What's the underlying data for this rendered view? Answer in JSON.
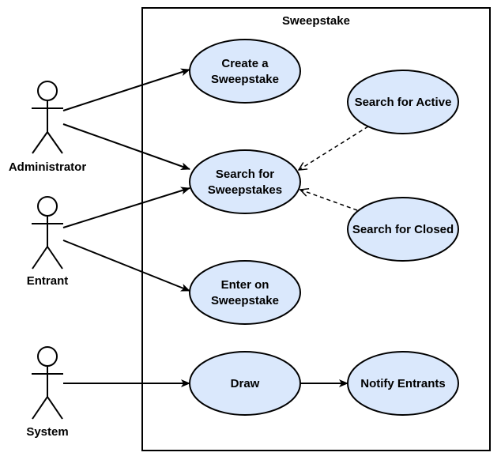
{
  "system_boundary": {
    "title": "Sweepstake"
  },
  "actors": [
    {
      "id": "administrator",
      "name": "Administrator"
    },
    {
      "id": "entrant",
      "name": "Entrant"
    },
    {
      "id": "system",
      "name": "System"
    }
  ],
  "use_cases": [
    {
      "id": "create",
      "lines": [
        "Create a",
        "Sweepstake"
      ]
    },
    {
      "id": "search",
      "lines": [
        "Search for",
        "Sweepstakes"
      ]
    },
    {
      "id": "search_active",
      "lines": [
        "Search for Active"
      ]
    },
    {
      "id": "search_closed",
      "lines": [
        "Search for Closed"
      ]
    },
    {
      "id": "enter",
      "lines": [
        "Enter on",
        "Sweepstake"
      ]
    },
    {
      "id": "draw",
      "lines": [
        "Draw"
      ]
    },
    {
      "id": "notify",
      "lines": [
        "Notify Entrants"
      ]
    }
  ],
  "associations": [
    {
      "from": "administrator",
      "to": "create"
    },
    {
      "from": "administrator",
      "to": "search"
    },
    {
      "from": "entrant",
      "to": "search"
    },
    {
      "from": "entrant",
      "to": "enter"
    },
    {
      "from": "system",
      "to": "draw"
    },
    {
      "from": "draw",
      "to": "notify"
    }
  ],
  "generalizations": [
    {
      "from": "search_active",
      "to": "search",
      "style": "dashed"
    },
    {
      "from": "search_closed",
      "to": "search",
      "style": "dashed"
    }
  ],
  "colors": {
    "use_case_fill": "#dae8fc",
    "stroke": "#000000",
    "background": "#ffffff"
  }
}
